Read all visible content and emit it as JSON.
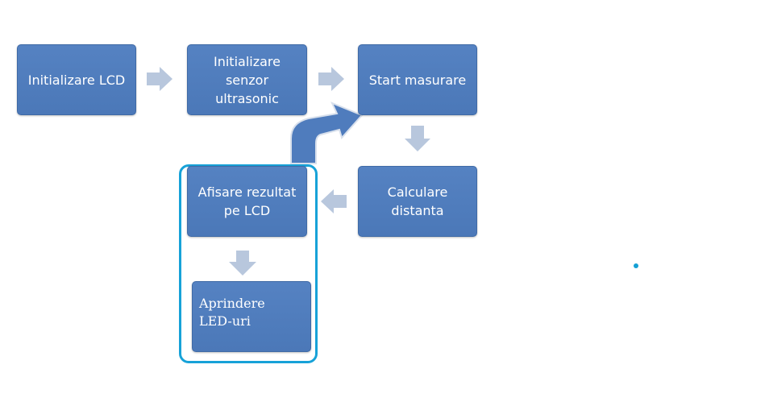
{
  "nodes": {
    "init_lcd": "Initializare LCD",
    "init_senzor": "Initializare senzor ultrasonic",
    "start_masurare": "Start masurare",
    "calculare": "Calculare distanta",
    "afisare": "Afisare rezultat pe LCD",
    "aprindere": "Aprindere LED-uri"
  },
  "colors": {
    "node_fill": "#4f7cbd",
    "arrow_fill": "#b8c7dd",
    "loop_arrow_fill": "#4f7cbd",
    "group_border": "#17a2d8"
  },
  "icons": {
    "flow_arrow": "block-arrow-icon",
    "loop_arrow": "curved-arrow-icon"
  }
}
